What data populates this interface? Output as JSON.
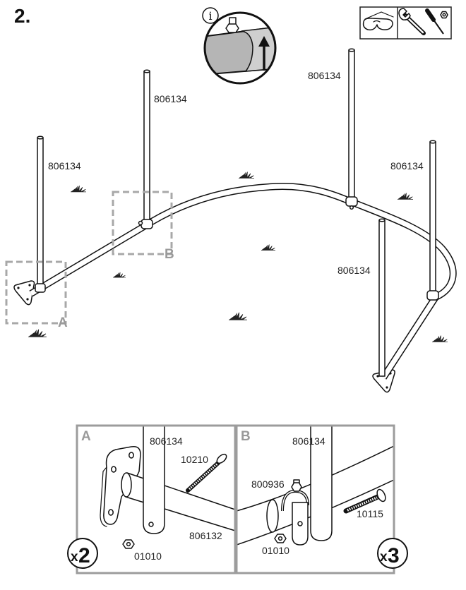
{
  "step": {
    "number": "2."
  },
  "info": {
    "glyph": "i",
    "icon": "info-icon"
  },
  "tools": {
    "icons": [
      "safety-glasses-icon",
      "wrench-icon",
      "screwdriver-icon",
      "nut-icon"
    ]
  },
  "overview": {
    "posts": [
      {
        "part": "806134"
      },
      {
        "part": "806134"
      },
      {
        "part": "806134"
      },
      {
        "part": "806134"
      },
      {
        "part": "806134"
      }
    ],
    "callouts": [
      "A",
      "B"
    ]
  },
  "details": [
    {
      "label": "A",
      "post": "806134",
      "bolt": "10210",
      "tube": "806132",
      "nut": "01010",
      "quantity": {
        "prefix": "x",
        "count": "2"
      }
    },
    {
      "label": "B",
      "post": "806134",
      "clamp": "800936",
      "bolt": "10115",
      "nut": "01010",
      "quantity": {
        "prefix": "x",
        "count": "3"
      }
    }
  ],
  "colors": {
    "line": "#111111",
    "callout": "#9a9a9a",
    "tube_shade": "#b5b5b5"
  }
}
